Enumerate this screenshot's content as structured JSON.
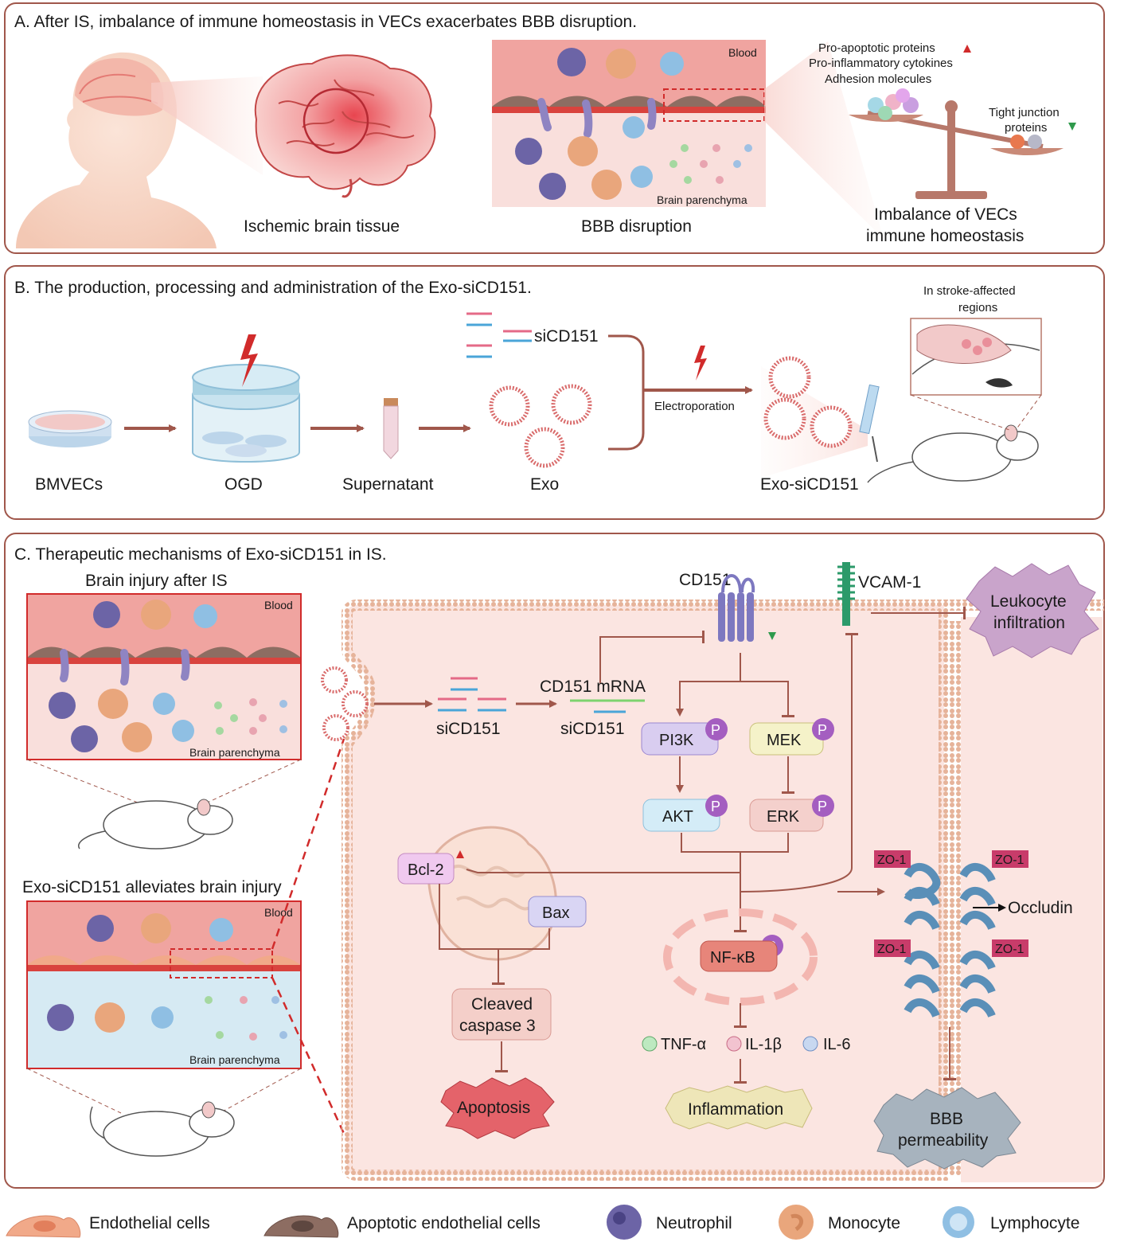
{
  "panelA": {
    "title": "A. After IS, imbalance of immune homeostasis in VECs exacerbates BBB disruption.",
    "brain_label": "Ischemic brain tissue",
    "bbb_label": "BBB disruption",
    "blood": "Blood",
    "parenchyma": "Brain parenchyma",
    "up_items": [
      "Pro-apoptotic proteins",
      "Pro-inflammatory cytokines",
      "Adhesion molecules"
    ],
    "tight1": "Tight junction",
    "tight2": "proteins",
    "imbalance1": "Imbalance of VECs",
    "imbalance2": "immune homeostasis"
  },
  "panelB": {
    "title": "B. The production, processing and administration of the Exo-siCD151.",
    "steps": [
      "BMVECs",
      "OGD",
      "Supernatant",
      "Exo",
      "Exo-siCD151"
    ],
    "sirna": "siCD151",
    "electroporation": "Electroporation",
    "region1": "In stroke-affected",
    "region2": "regions"
  },
  "panelC": {
    "title": "C. Therapeutic mechanisms of Exo-siCD151 in IS.",
    "injury_title": "Brain injury after IS",
    "alleviate_title": "Exo-siCD151 alleviates brain injury",
    "blood": "Blood",
    "parenchyma": "Brain parenchyma",
    "cd151": "CD151",
    "vcam": "VCAM-1",
    "leuko1": "Leukocyte",
    "leuko2": "infiltration",
    "sirna": "siCD151",
    "mrna": "CD151 mRNA",
    "pi3k": "PI3K",
    "mek": "MEK",
    "akt": "AKT",
    "erk": "ERK",
    "p": "P",
    "bcl2": "Bcl-2",
    "bax": "Bax",
    "caspase1": "Cleaved",
    "caspase2": "caspase 3",
    "apoptosis": "Apoptosis",
    "nfkb": "NF-κB",
    "tnf": "TNF-α",
    "il1b": "IL-1β",
    "il6": "IL-6",
    "inflammation": "Inflammation",
    "zo1": "ZO-1",
    "occludin": "Occludin",
    "bbb1": "BBB",
    "bbb2": "permeability"
  },
  "legend": [
    "Endothelial cells",
    "Apoptotic endothelial cells",
    "Neutrophil",
    "Monocyte",
    "Lymphocyte"
  ],
  "colors": {
    "frame": "#a0574b",
    "arrow": "#a0574b",
    "blood": "#f0a4a0",
    "parenchyma_injury": "#f9dfdc",
    "parenchyma_healthy": "#d6eaf3",
    "neutrophil": "#6c64a6",
    "monocyte": "#e9a67c",
    "lymphocyte": "#8fbfe3",
    "endothelial": "#f1a989",
    "apoptotic": "#8d6d62",
    "up_red": "#d12b2b",
    "down_green": "#2f9a4c"
  }
}
